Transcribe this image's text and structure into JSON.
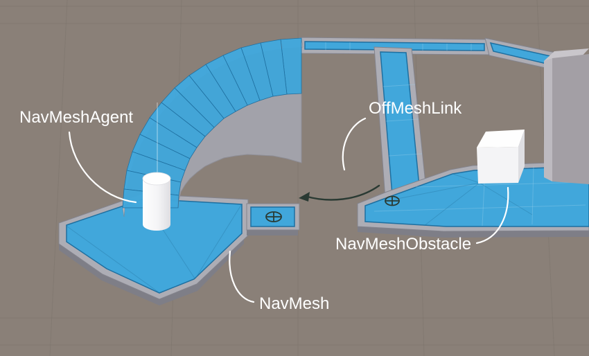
{
  "figure": {
    "labels": {
      "agent": "NavMeshAgent",
      "offmeshlink": "OffMeshLink",
      "obstacle": "NavMeshObstacle",
      "navmesh": "NavMesh"
    },
    "icons": {
      "offmesh_link_marker": "circle-cross-gizmo",
      "offmesh_link_arrow": "curved-arrow"
    },
    "colors": {
      "bg": "#8A8078",
      "grid": "#766E66",
      "navmesh_blue": "#41A7DB",
      "navmesh_edge": "#1E6FA0",
      "rim_gray": "#ADADB5",
      "rim_edge": "#83838C",
      "step_riser": "#BCBCC2",
      "wall": "#A2A2AA",
      "wall_dark": "#8E8E97",
      "side": "#7E7E87",
      "white_obj": "#F4F4F6",
      "white_obj_shade": "#DEDEE2",
      "white_cap": "#FEFEFE",
      "pillar": "#A39FA5",
      "pillar_light": "#BDBAC0",
      "pillar_top": "#C9C6CB",
      "label": "#FFFFFF",
      "arrow": "#2A3A33",
      "tri": "#2B7CA8",
      "mesh_grid": "#9FD4EE"
    }
  }
}
